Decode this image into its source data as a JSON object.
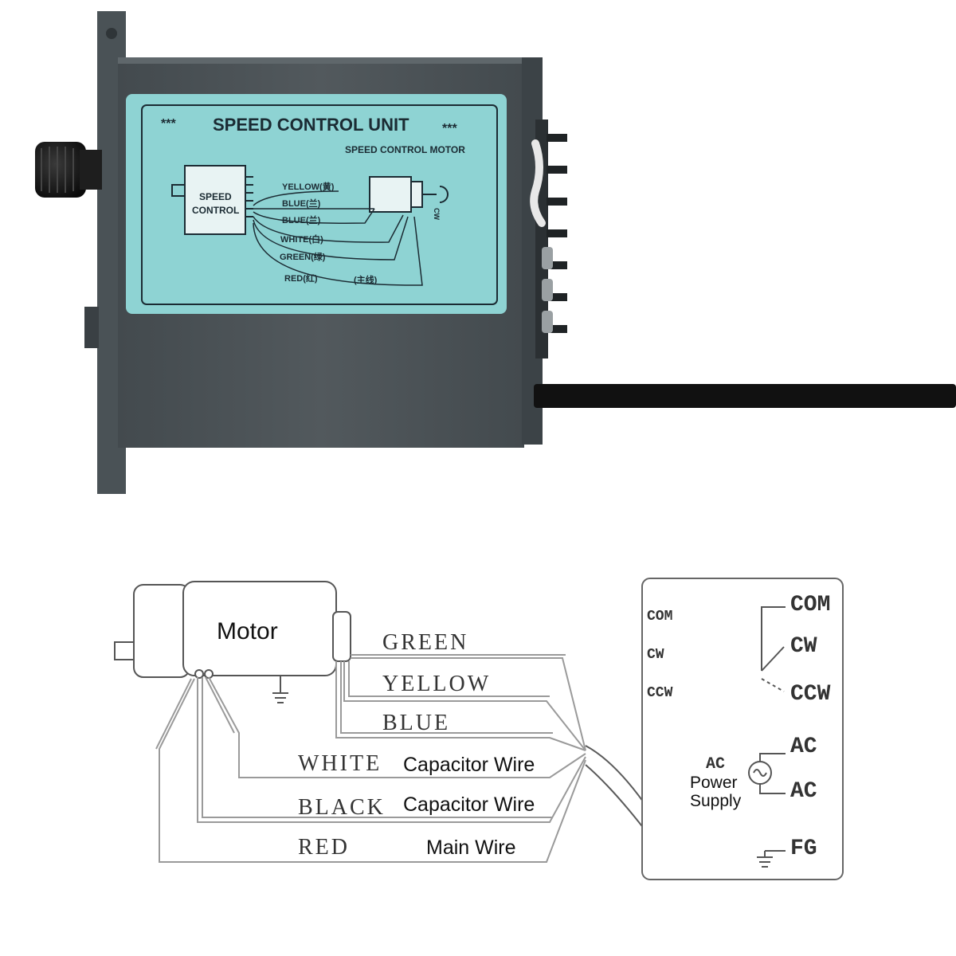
{
  "label": {
    "stars_left": "***",
    "title": "SPEED CONTROL UNIT",
    "stars_right": "***",
    "subtitle": "SPEED CONTROL MOTOR",
    "unit_line1": "SPEED",
    "unit_line2": "CONTROL",
    "cw": "CW",
    "wires": [
      "YELLOW(黄)",
      "BLUE(兰)",
      "BLUE(兰)",
      "WHITE(白)",
      "GREEN(绿)",
      "RED(红)"
    ],
    "main_line": "(主线)"
  },
  "diagram": {
    "motor_label": "Motor",
    "wires": {
      "green": "GREEN",
      "yellow": "YELLOW",
      "blue": "BLUE",
      "white": "WHITE",
      "black": "BLACK",
      "red": "RED"
    },
    "wire_roles": {
      "white": "Capacitor Wire",
      "black": "Capacitor Wire",
      "red": "Main Wire"
    },
    "box_left": [
      "COM",
      "CW",
      "CCW"
    ],
    "switch_terminals": [
      "COM",
      "CW",
      "CCW"
    ],
    "power_label": [
      "AC",
      "Power",
      "Supply"
    ],
    "ac_terminals": [
      "AC",
      "AC"
    ],
    "fg": "FG"
  },
  "colors": {
    "housing": "#4b5357",
    "label_bg": "#8ed3d3",
    "label_text": "#1b2b33",
    "wire": "#9a9a9a"
  }
}
